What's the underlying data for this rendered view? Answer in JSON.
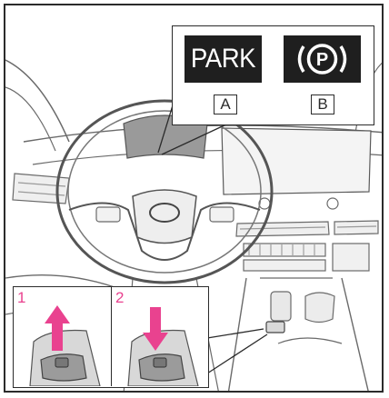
{
  "indicators": [
    {
      "label": "A",
      "text": "PARK"
    },
    {
      "label": "B",
      "text": "P"
    }
  ],
  "steps": [
    {
      "number": "1",
      "arrow": "up"
    },
    {
      "number": "2",
      "arrow": "down"
    }
  ],
  "colors": {
    "arrow": "#e9428f",
    "line": "#2b2b2b",
    "indicator_bg": "#1f1f1f"
  }
}
